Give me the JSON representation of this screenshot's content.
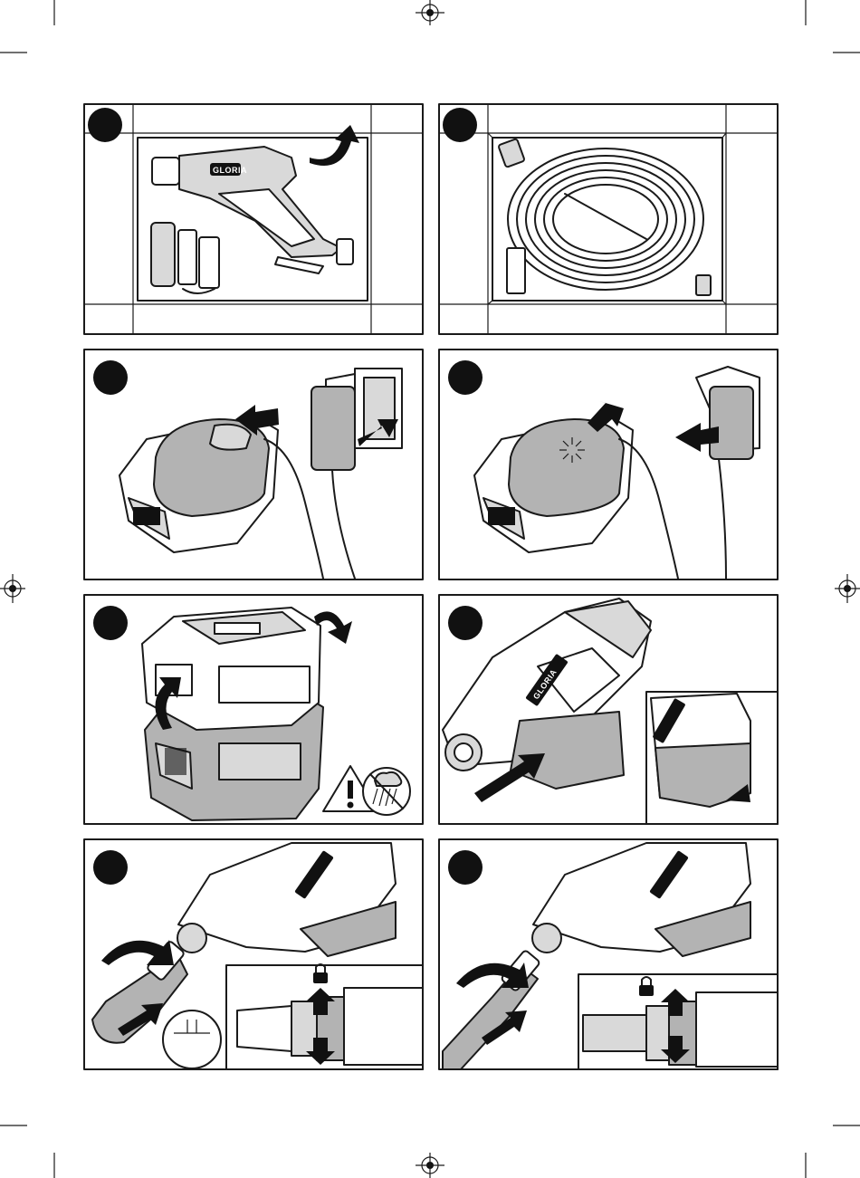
{
  "brand": "GLORIA",
  "colors": {
    "ink": "#1a1a1a",
    "gray_fill": "#b3b3b3",
    "light_gray": "#d9d9d9",
    "paper": "#ffffff"
  },
  "panels": [
    {
      "id": 1,
      "content": "box-contents-spray-gun-and-charger"
    },
    {
      "id": 2,
      "content": "box-contents-coiled-hose"
    },
    {
      "id": 3,
      "content": "charger-insert-and-plug-in"
    },
    {
      "id": 4,
      "content": "charger-led-remove-and-unplug"
    },
    {
      "id": 5,
      "content": "battery-remove-warning"
    },
    {
      "id": 6,
      "content": "battery-insert-into-gun"
    },
    {
      "id": 7,
      "content": "nozzle-attach-and-lock"
    },
    {
      "id": 8,
      "content": "lance-attach-and-lock"
    }
  ],
  "icons": [
    "warning-triangle-icon",
    "no-rain-icon",
    "lock-icon",
    "charge-led-icon",
    "registration-mark-icon"
  ]
}
